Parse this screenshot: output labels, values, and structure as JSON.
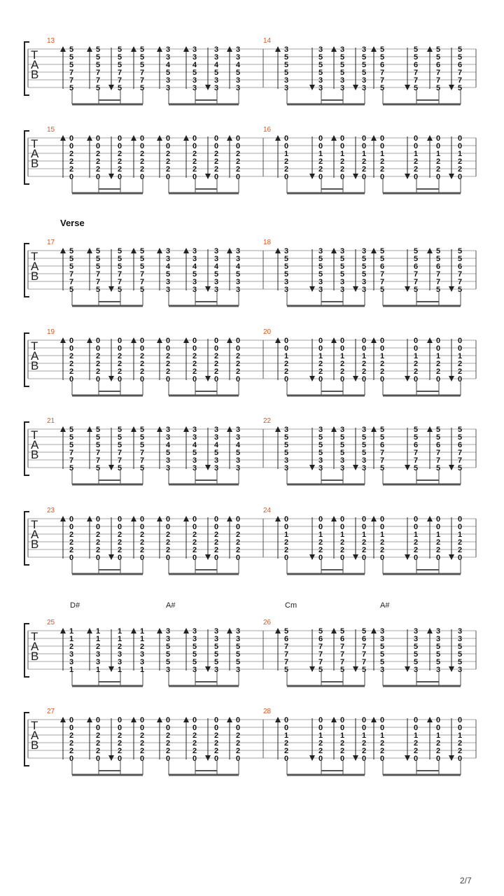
{
  "page": {
    "section_label": "Verse",
    "page_number": "2/7",
    "tab_letters": [
      "T",
      "A",
      "B"
    ]
  },
  "chord_names": [
    "D#",
    "A#",
    "Cm",
    "A#"
  ],
  "systems": [
    {
      "m1": "13",
      "m2": "14",
      "c": [
        "55577 5",
        "33453 3",
        "355 5 3 3",
        "556775"
      ]
    },
    {
      "m1": "15",
      "m2": "16",
      "c": [
        "002220",
        "002220",
        "001220",
        "001220"
      ]
    },
    {
      "m1": "17",
      "m2": "18",
      "c": [
        "55577 5",
        "33453 3",
        "355 5 3 3",
        "556775"
      ]
    },
    {
      "m1": "19",
      "m2": "20",
      "c": [
        "002220",
        "002220",
        "001220",
        "001220"
      ]
    },
    {
      "m1": "21",
      "m2": "22",
      "c": [
        "55577 5",
        "33453 3",
        "355 5 3 3",
        "556775"
      ]
    },
    {
      "m1": "23",
      "m2": "24",
      "c": [
        "002220",
        "002220",
        "001220",
        "001220"
      ]
    },
    {
      "m1": "25",
      "m2": "26",
      "c": [
        "112331",
        "335553",
        "567775",
        "335553"
      ]
    },
    {
      "m1": "27",
      "m2": "28",
      "c": [
        "002220",
        "002220",
        "001220",
        "001220"
      ]
    }
  ]
}
